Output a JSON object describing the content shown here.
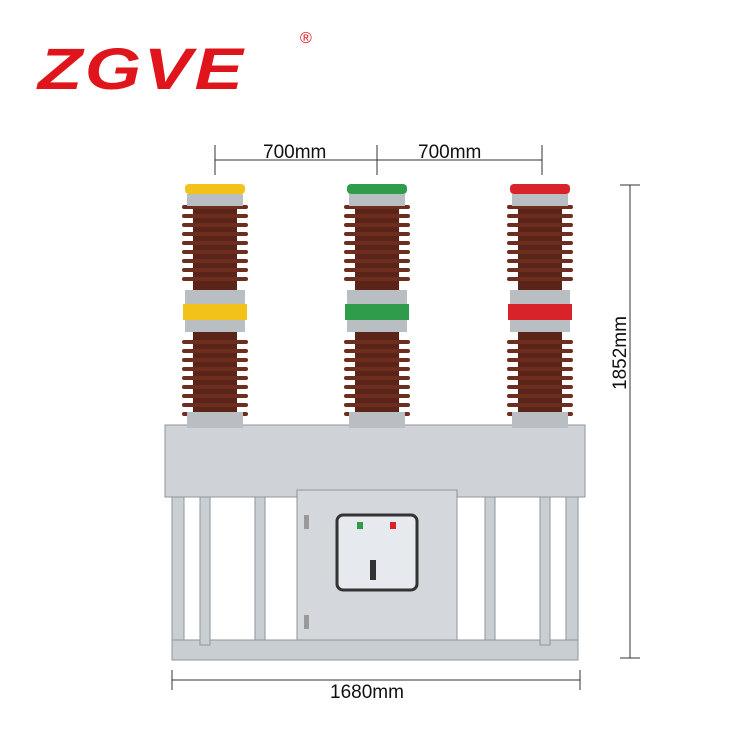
{
  "brand": {
    "name": "ZGVE",
    "registered_mark": "®",
    "color": "#e0141b"
  },
  "dimensions": {
    "spacing_left": "700mm",
    "spacing_right": "700mm",
    "height": "1852mm",
    "width": "1680mm"
  },
  "phase_colors": [
    "#f2c21b",
    "#2e9c4a",
    "#d8232a"
  ]
}
